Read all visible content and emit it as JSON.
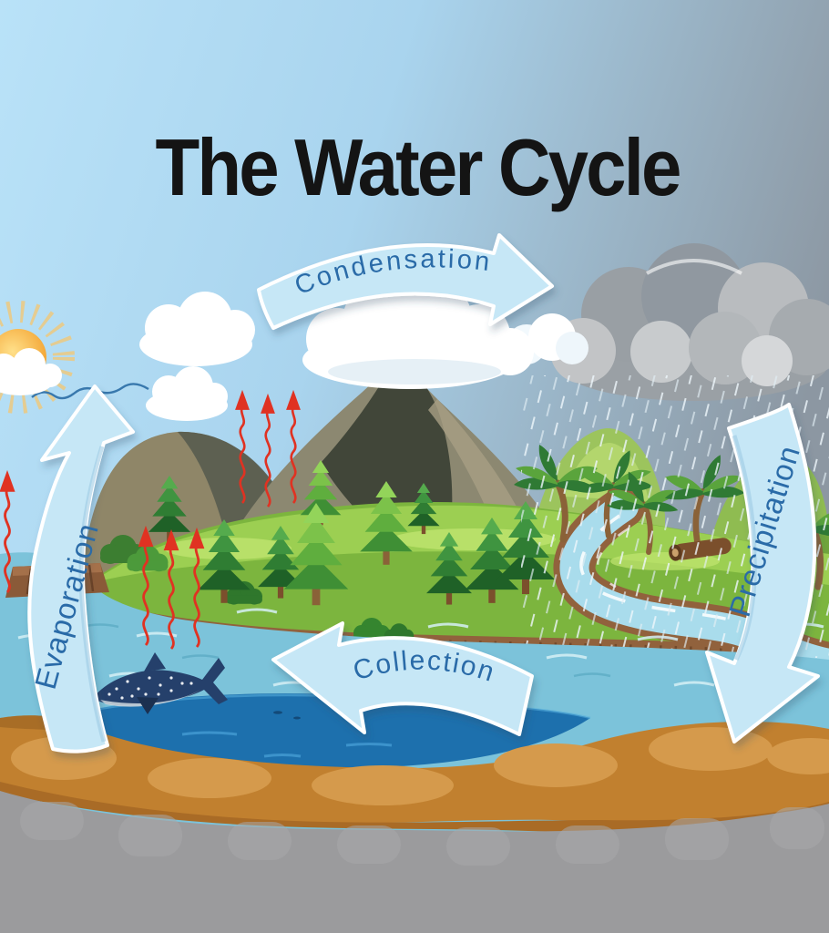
{
  "title": "The Water Cycle",
  "stages": {
    "condensation": "Condensation",
    "evaporation": "Evaporation",
    "precipitation": "Precipitation",
    "collection": "Collection"
  },
  "scene": {
    "description": "Cartoon water-cycle landscape: sun with rays on sunny left side, grey rain clouds on right, mountains, pine and palm trees on a green island, winding river, sea with a whale shark, red wavy heat arrows rising, underground sand and bedrock layers",
    "elements": [
      "sun-icon",
      "bird-flock-icon",
      "cloud-icon",
      "rain-cloud-icon",
      "rain-streaks",
      "mountain",
      "green-hills",
      "island",
      "pine-tree-icon",
      "palm-tree-icon",
      "bush-icon",
      "log-icon",
      "river",
      "wooden-dock",
      "sea-surface",
      "deep-water",
      "whale-shark-icon",
      "heat-arrow-icon",
      "sand-layer",
      "bedrock-layer"
    ]
  },
  "colors": {
    "title_text": "#141414",
    "stage_label": "#2a6ba8",
    "banner_fill": "#c6e7f6",
    "banner_outline": "#ffffff",
    "sky_left": "#b9e2f8",
    "sky_right": "#8c97a2",
    "sun_core": "#f0961e",
    "heat_arrow": "#e03222",
    "sea_surface": "#7cc3da",
    "deep_water": "#1d70ad",
    "river": "#a9dcec",
    "grass_light": "#9ed153",
    "grass_dark": "#7cb53e",
    "sand": "#c1802f",
    "bedrock": "#9b9b9d",
    "rain_cloud": "#9aa0a5",
    "wood": "#91623d"
  }
}
